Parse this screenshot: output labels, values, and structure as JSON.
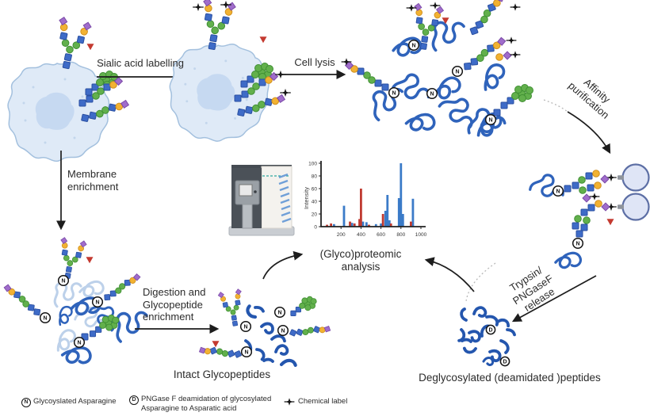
{
  "steps": {
    "sialic": "Sialic acid labelling",
    "lysis": "Cell lysis",
    "affinity": [
      "Affinity",
      "purification"
    ],
    "membrane": [
      "Membrane",
      "enrichment"
    ],
    "digestion": [
      "Digestion and",
      "Glycopeptide",
      "enrichment"
    ],
    "trypsin": [
      "Trypsin/",
      "PNGaseF",
      "release"
    ],
    "analysis": [
      "(Glyco)proteomic",
      "analysis"
    ]
  },
  "labels": {
    "intact_glycopeptides": "Intact Glycopeptides",
    "deglycosylated_peptides": "Deglycosylated (deamidated )peptides"
  },
  "glyphs": {
    "n": "N",
    "d": "D"
  },
  "legend": {
    "n_symbol": "N",
    "n_text": "Glycoyslated Asparagine",
    "d_symbol": "D",
    "d_text_line1": "PNGase F deamidation of glycosylated",
    "d_text_line2": "Asparagine to Asparatic acid",
    "star_text": "Chemical label"
  },
  "chart_data": {
    "type": "bar",
    "title": "",
    "xlabel": "",
    "ylabel": "Intensity",
    "xlim": [
      0,
      1000
    ],
    "ylim": [
      0,
      100
    ],
    "x_ticks": [
      200,
      400,
      600,
      800,
      1000
    ],
    "y_ticks": [
      0,
      20,
      40,
      60,
      80,
      100
    ],
    "grid": false,
    "legend_position": "none",
    "series": [
      {
        "name": "blue peaks",
        "color": "#3b7bc8",
        "points": [
          [
            130,
            4
          ],
          [
            230,
            33
          ],
          [
            310,
            6
          ],
          [
            420,
            8
          ],
          [
            455,
            7
          ],
          [
            550,
            4
          ],
          [
            600,
            5
          ],
          [
            645,
            25
          ],
          [
            665,
            50
          ],
          [
            685,
            10
          ],
          [
            780,
            45
          ],
          [
            800,
            100
          ],
          [
            820,
            20
          ],
          [
            920,
            44
          ]
        ]
      },
      {
        "name": "red peaks",
        "color": "#c03a30",
        "points": [
          [
            60,
            3
          ],
          [
            100,
            5
          ],
          [
            290,
            8
          ],
          [
            335,
            5
          ],
          [
            385,
            12
          ],
          [
            400,
            60
          ],
          [
            480,
            3
          ],
          [
            620,
            20
          ],
          [
            700,
            5
          ],
          [
            900,
            8
          ]
        ]
      }
    ]
  },
  "colors": {
    "glycan_blue": "#3e6bc7",
    "glycan_green": "#62b04c",
    "glycan_yellow": "#f2b232",
    "glycan_purple": "#a06dcb",
    "glycan_red": "#c43a30",
    "protein_blue": "#2f63bb",
    "cell_fill": "#dfeaf7",
    "cell_stroke": "#a3c0de",
    "bead_fill": "#dfe5f6",
    "chemical_label": "#161616"
  }
}
